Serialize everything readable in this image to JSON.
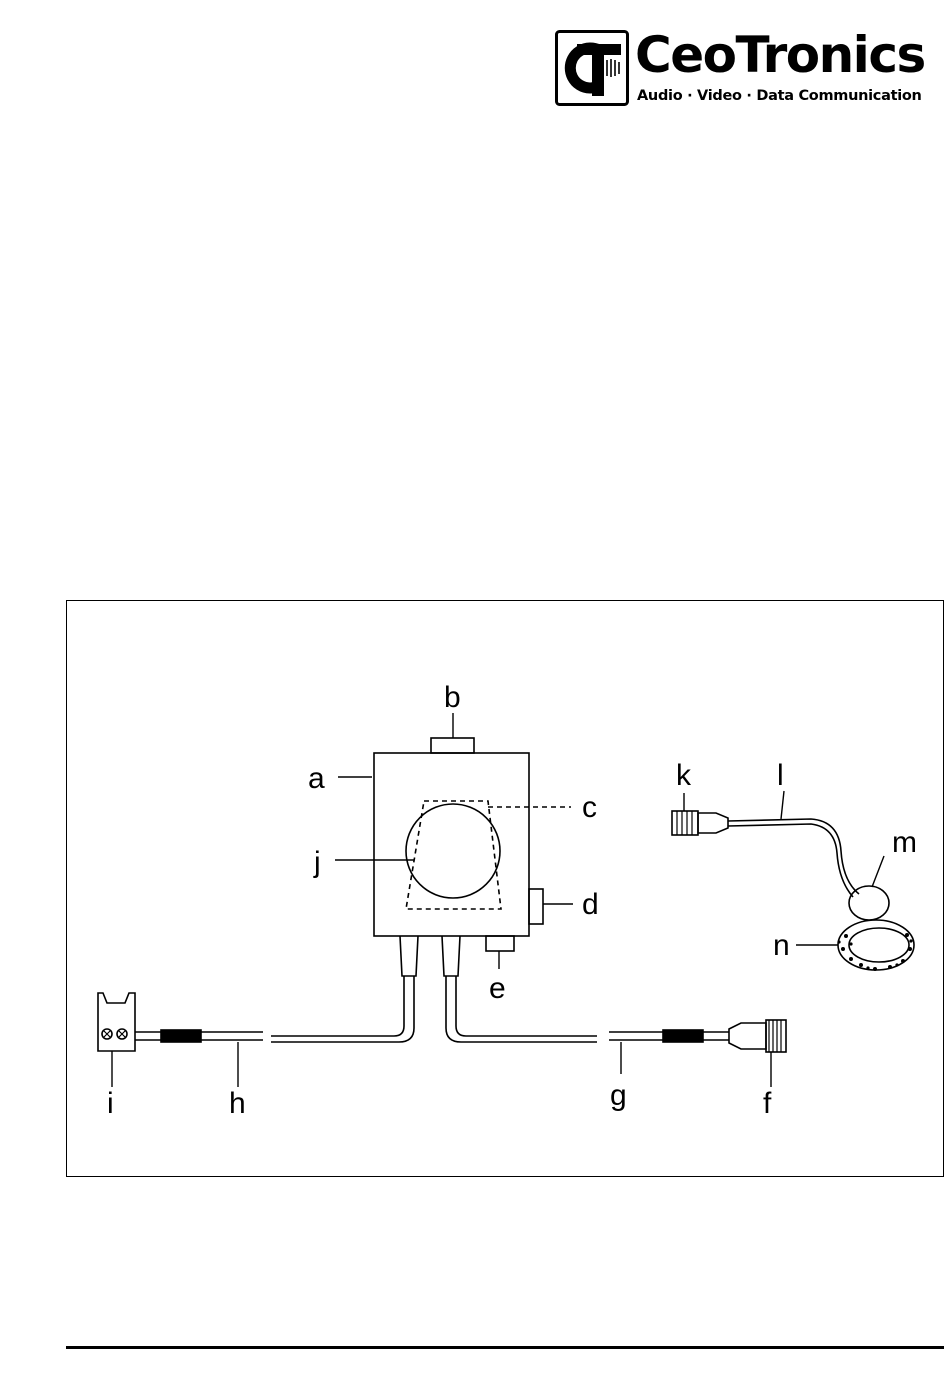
{
  "header": {
    "brand_name": "CeoTronics",
    "tagline": "Audio · Video · Data Communication",
    "logo_icon": "ct-monogram-icon"
  },
  "figure": {
    "callouts": {
      "a": "a",
      "b": "b",
      "c": "c",
      "d": "d",
      "e": "e",
      "f": "f",
      "g": "g",
      "h": "h",
      "i": "i",
      "j": "j",
      "k": "k",
      "l": "l",
      "m": "m",
      "n": "n"
    }
  }
}
